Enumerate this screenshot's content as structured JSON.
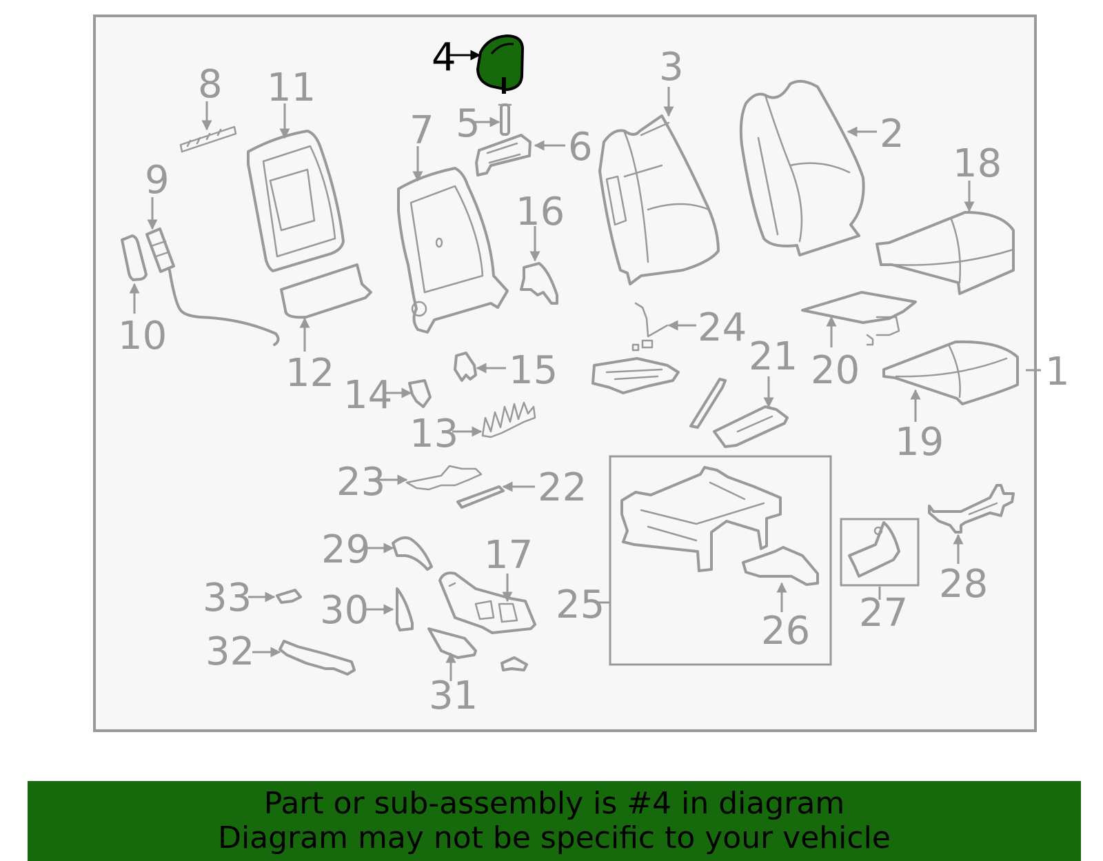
{
  "colors": {
    "highlight": "#176a0c",
    "parts": "#999999",
    "frame": "#999999",
    "background": "#f7f7f7",
    "banner": "#176a0c"
  },
  "highlighted_callout": "4",
  "callouts": {
    "c1": "1",
    "c2": "2",
    "c3": "3",
    "c4": "4",
    "c5": "5",
    "c6": "6",
    "c7": "7",
    "c8": "8",
    "c9": "9",
    "c10": "10",
    "c11": "11",
    "c12": "12",
    "c13": "13",
    "c14": "14",
    "c15": "15",
    "c16": "16",
    "c17": "17",
    "c18": "18",
    "c19": "19",
    "c20": "20",
    "c21": "21",
    "c22": "22",
    "c23": "23",
    "c24": "24",
    "c25": "25",
    "c26": "26",
    "c27": "27",
    "c28": "28",
    "c29": "29",
    "c30": "30",
    "c31": "31",
    "c32": "32",
    "c33": "33"
  },
  "banner": {
    "line1": "Part or sub-assembly is #4 in diagram",
    "line2": "Diagram may not be specific to your vehicle"
  }
}
